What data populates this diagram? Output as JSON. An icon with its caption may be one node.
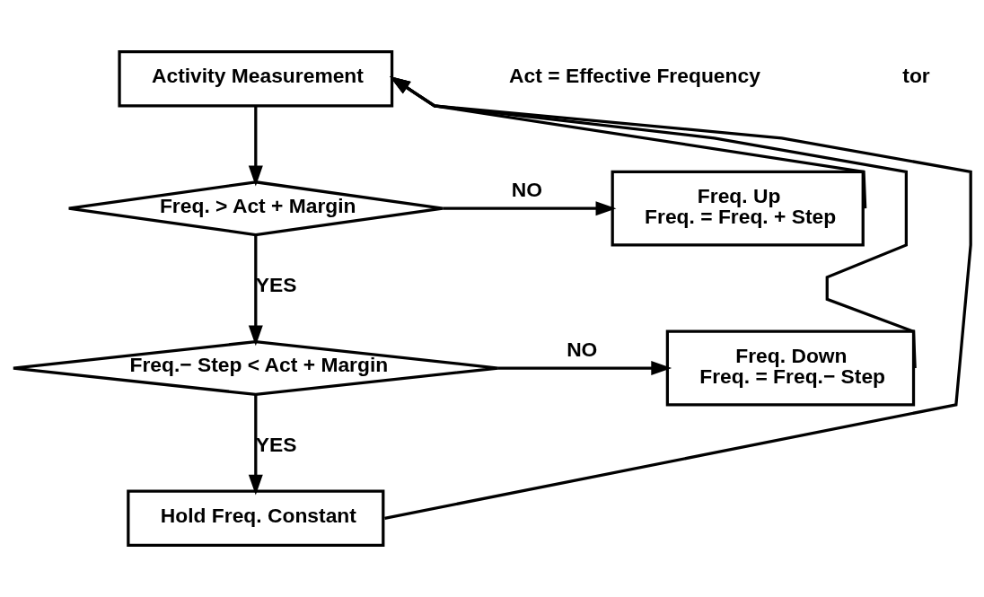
{
  "diagram": {
    "nodes": [
      {
        "text": [
          "Activity Measurement"
        ]
      },
      {
        "text": [
          "Freq. > Act + Margin"
        ]
      },
      {
        "text": [
          "Freq.− Step < Act + Margin"
        ]
      },
      {
        "text": [
          "Freq. Up",
          "Freq. = Freq. + Step"
        ]
      },
      {
        "text": [
          "Freq. Down",
          "Freq. = Freq.− Step"
        ]
      },
      {
        "text": [
          "Hold Freq. Constant"
        ]
      }
    ],
    "edges": [
      {
        "from": 0,
        "to": 1,
        "arrow": "to"
      },
      {
        "from": 1,
        "to": 3,
        "arrow": "to",
        "label": "NO"
      },
      {
        "from": 1,
        "to": 2,
        "arrow": "to",
        "label": "YES"
      },
      {
        "from": 2,
        "to": 4,
        "arrow": "to",
        "label": "NO"
      },
      {
        "from": 2,
        "to": 5,
        "arrow": "to",
        "label": "YES"
      },
      {
        "from": 3,
        "to": 0,
        "arrow": "to"
      },
      {
        "from": 4,
        "to": 0,
        "arrow": "to"
      },
      {
        "from": 5,
        "to": 0,
        "arrow": "to"
      }
    ],
    "labels": [
      "Act = Effective Frequency",
      "tor"
    ]
  }
}
